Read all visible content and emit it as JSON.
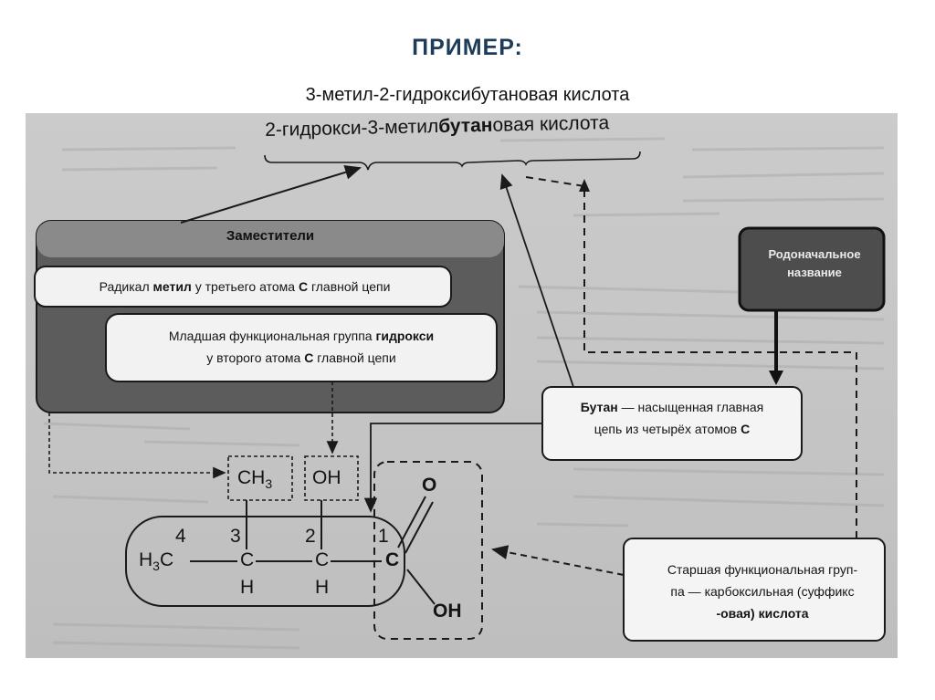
{
  "slide": {
    "title": "ПРИМЕР:",
    "subtitle": "3-метил-2-гидроксибутановая кислота"
  },
  "diagram": {
    "name_line": {
      "part1": "2-гидрокси-3-метил",
      "part2": "бутан",
      "part3": "овая кислота"
    },
    "substituents": {
      "title": "Заместители",
      "radical": {
        "t1": "Радикал ",
        "t2": "метил",
        "t3": " у третьего атома ",
        "t4": "С",
        "t5": " главной цепи"
      },
      "junior": {
        "t1": "Младшая функциональная группа ",
        "t2": "гидрокси",
        "t3": "у второго атома ",
        "t4": "С",
        "t5": " главной цепи"
      }
    },
    "root_name": {
      "line1": "Родоначальное",
      "line2": "название"
    },
    "butan": {
      "t1": "Бутан",
      "t2": " — насыщенная главная",
      "t3": "цепь из четырёх атомов ",
      "t4": "С"
    },
    "senior_group": {
      "line1": "Старшая функциональная груп-",
      "line2": "па — карбоксильная (суффикс",
      "line3a": "-овая) ",
      "line3b": "кислота"
    },
    "structure": {
      "ch3": "CH3",
      "oh": "OH",
      "h3c": "H3C",
      "c3": "C",
      "c2": "C",
      "c1": "C",
      "h3": "H",
      "h2": "H",
      "o": "O",
      "oh_acid": "OH",
      "n4": "4",
      "n3": "3",
      "n2": "2",
      "n1": "1"
    }
  }
}
